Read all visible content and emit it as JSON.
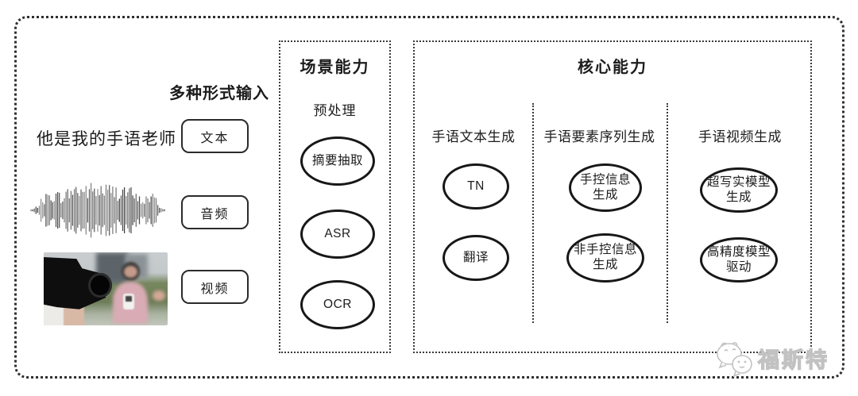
{
  "frame": {
    "border_color": "#2e2e2e",
    "background": "#ffffff"
  },
  "input_section": {
    "title": "多种形式输入",
    "sentence": "他是我的手语老师",
    "items": [
      {
        "label": "文本"
      },
      {
        "label": "音频"
      },
      {
        "label": "视频"
      }
    ],
    "waveform_icon": "audio-waveform-icon",
    "video_thumbnail": "reporter-interview-photo"
  },
  "scene_box": {
    "title": "场景能力",
    "subtitle": "预处理",
    "nodes": [
      "摘要抽取",
      "ASR",
      "OCR"
    ]
  },
  "core_box": {
    "title": "核心能力",
    "columns": [
      {
        "header": "手语文本生成",
        "nodes": [
          "TN",
          "翻译"
        ]
      },
      {
        "header": "手语要素序列生成",
        "nodes": [
          "手控信息\n生成",
          "非手控信息\n生成"
        ]
      },
      {
        "header": "手语视频生成",
        "nodes": [
          "超写实模型\n生成",
          "高精度模型\n驱动"
        ]
      }
    ]
  },
  "watermark": {
    "text": "福斯特",
    "logo": "foster-mascot-icon",
    "color": "#c2c2c2"
  }
}
